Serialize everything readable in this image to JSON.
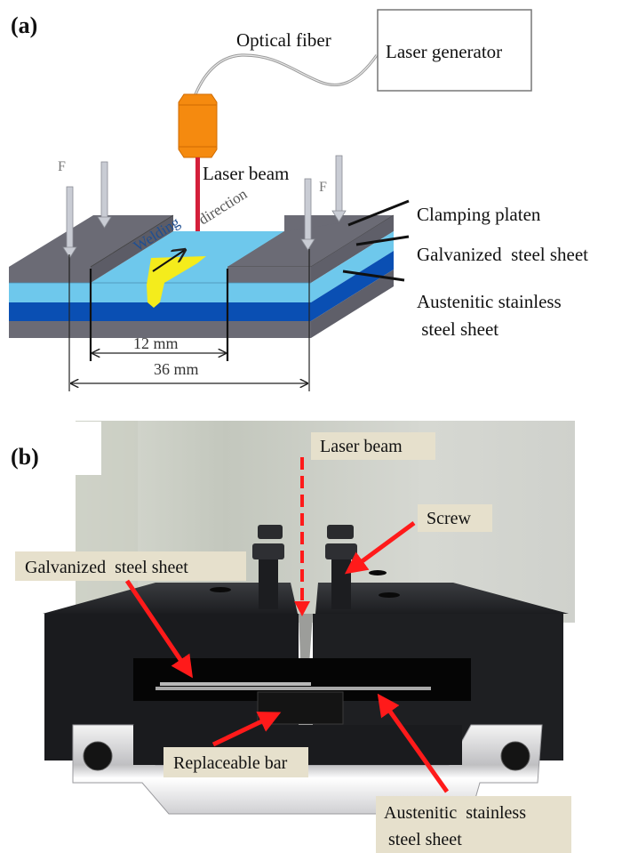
{
  "figure": {
    "panel_a": {
      "label": "(a)",
      "optical_fiber": "Optical fiber",
      "laser_generator": "Laser generator",
      "laser_beam": "Laser beam",
      "force_left": "F",
      "force_right": "F",
      "welding_word": "Welding",
      "direction_word": "direction",
      "dim_inner": "12 mm",
      "dim_outer": "36 mm",
      "legend": {
        "clamping_platen": "Clamping platen",
        "galvanized": "Galvanized  steel sheet",
        "austenitic_line1": "Austenitic stainless",
        "austenitic_line2": " steel sheet"
      },
      "colors": {
        "platen": "#6b6b75",
        "galvanized": "#6ec8ec",
        "austenitic": "#0a4fb3",
        "laser_head": "#f58a0f",
        "laser_beam": "#d41f3a",
        "weld_seam": "#f4ec1c",
        "force_arrow": "#c9ccd4"
      }
    },
    "panel_b": {
      "label": "(b)",
      "laser_beam": "Laser beam",
      "screw": "Screw",
      "galvanized": "Galvanized  steel sheet",
      "replaceable_bar": "Replaceable bar",
      "austenitic_line1": "Austenitic  stainless",
      "austenitic_line2": " steel sheet",
      "colors": {
        "annotation_arrow": "#ff1a1a",
        "tag_background": "#e6e0cc"
      }
    }
  }
}
